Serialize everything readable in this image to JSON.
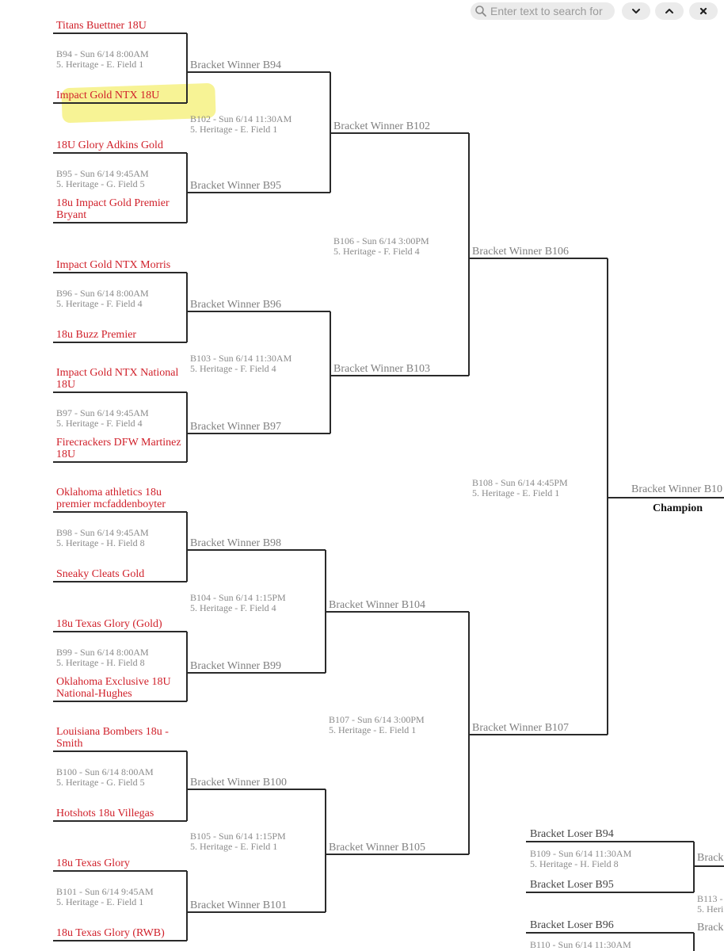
{
  "search": {
    "placeholder": "Enter text to search for",
    "icons": [
      "search-icon",
      "chevron-down-icon",
      "chevron-up-icon",
      "close-icon"
    ]
  },
  "colors": {
    "team": "#d0202a",
    "info": "#8a8a8a",
    "line": "#2a2a2a",
    "highlight": "#f6f28a"
  },
  "teams": [
    "Titans Buettner 18U",
    "Impact Gold NTX 18U",
    "18U Glory Adkins Gold",
    "18u Impact Gold Premier Bryant",
    "Impact Gold NTX Morris",
    "18u Buzz Premier",
    "Impact Gold NTX National 18U",
    "Firecrackers DFW Martinez 18U",
    "Oklahoma athletics 18u premier mcfaddenboyter",
    "Sneaky Cleats Gold",
    "18u Texas Glory (Gold)",
    "Oklahoma Exclusive 18U National-Hughes",
    "Louisiana Bombers 18u - Smith",
    "Hotshots 18u Villegas",
    "18u Texas Glory",
    "18u Texas Glory (RWB)"
  ],
  "highlighted_team": "Impact Gold NTX 18U",
  "games": [
    {
      "line1": "B94 - Sun 6/14 8:00AM",
      "line2": "5. Heritage - E. Field 1"
    },
    {
      "line1": "B95 - Sun 6/14 9:45AM",
      "line2": "5. Heritage - G. Field 5"
    },
    {
      "line1": "B96 - Sun 6/14 8:00AM",
      "line2": "5. Heritage - F. Field 4"
    },
    {
      "line1": "B97 - Sun 6/14 9:45AM",
      "line2": "5. Heritage - F. Field 4"
    },
    {
      "line1": "B98 - Sun 6/14 9:45AM",
      "line2": "5. Heritage - H. Field 8"
    },
    {
      "line1": "B99 - Sun 6/14 8:00AM",
      "line2": "5. Heritage - H. Field 8"
    },
    {
      "line1": "B100 - Sun 6/14 8:00AM",
      "line2": "5. Heritage - G. Field 5"
    },
    {
      "line1": "B101 - Sun 6/14 9:45AM",
      "line2": "5. Heritage - E. Field 1"
    },
    {
      "line1": "B102 - Sun 6/14 11:30AM",
      "line2": "5. Heritage - E. Field 1"
    },
    {
      "line1": "B103 - Sun 6/14 11:30AM",
      "line2": "5. Heritage - F. Field 4"
    },
    {
      "line1": "B104 - Sun 6/14 1:15PM",
      "line2": "5. Heritage - F. Field 4"
    },
    {
      "line1": "B105 - Sun 6/14 1:15PM",
      "line2": "5. Heritage - E. Field 1"
    },
    {
      "line1": "B106 - Sun 6/14 3:00PM",
      "line2": "5. Heritage - F. Field 4"
    },
    {
      "line1": "B107 - Sun 6/14 3:00PM",
      "line2": "5. Heritage - E. Field 1"
    },
    {
      "line1": "B108 - Sun 6/14 4:45PM",
      "line2": "5. Heritage - E. Field 1"
    },
    {
      "line1": "B109 - Sun 6/14 11:30AM",
      "line2": "5. Heritage - H. Field 8"
    },
    {
      "line1": "B110 - Sun 6/14 11:30AM",
      "line2": ""
    },
    {
      "line1": "B113 -",
      "line2": "5. Heri"
    }
  ],
  "winners": {
    "r2": [
      "Bracket Winner B94",
      "Bracket Winner B95",
      "Bracket Winner B96",
      "Bracket Winner B97",
      "Bracket Winner B98",
      "Bracket Winner B99",
      "Bracket Winner B100",
      "Bracket Winner B101"
    ],
    "r3": [
      "Bracket Winner B102",
      "Bracket Winner B103",
      "Bracket Winner B104",
      "Bracket Winner B105"
    ],
    "r4": [
      "Bracket Winner B106",
      "Bracket Winner B107"
    ],
    "final": "Bracket Winner B10",
    "champion": "Champion"
  },
  "consolation": {
    "entries": [
      "Bracket Loser B94",
      "Bracket Loser B95",
      "Bracket Loser B96"
    ],
    "next": [
      "Brack",
      "Brack"
    ]
  }
}
